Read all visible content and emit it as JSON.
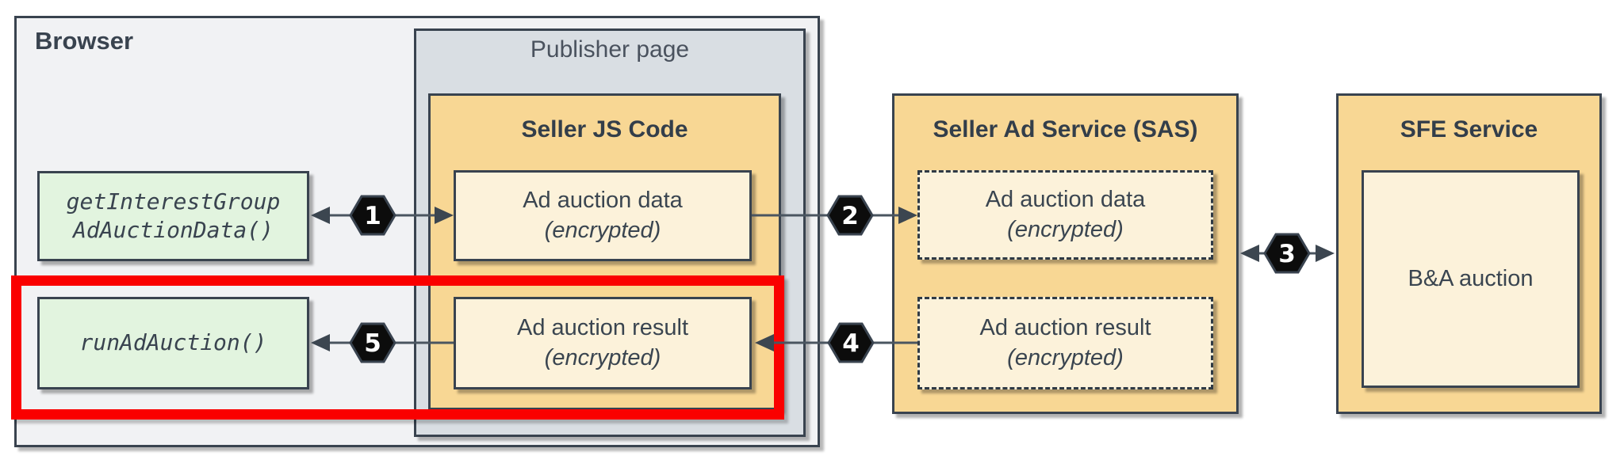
{
  "diagram": {
    "browser": {
      "label": "Browser"
    },
    "publisher": {
      "label": "Publisher page"
    },
    "browser_apis": [
      {
        "line1": "getInterestGroup",
        "line2": "AdAuctionData()"
      },
      {
        "line1": "runAdAuction()",
        "line2": ""
      }
    ],
    "seller_js": {
      "title": "Seller JS Code",
      "boxes": [
        {
          "line1": "Ad auction data",
          "line2": "(encrypted)"
        },
        {
          "line1": "Ad auction result",
          "line2": "(encrypted)"
        }
      ]
    },
    "sas": {
      "title": "Seller Ad Service (SAS)",
      "boxes": [
        {
          "line1": "Ad auction data",
          "line2": "(encrypted)"
        },
        {
          "line1": "Ad auction result",
          "line2": "(encrypted)"
        }
      ]
    },
    "sfe": {
      "title": "SFE Service",
      "box_label": "B&A auction"
    },
    "steps": {
      "s1": "1",
      "s2": "2",
      "s3": "3",
      "s4": "4",
      "s5": "5"
    },
    "colors": {
      "container_border": "#39434F",
      "service_fill": "#F8D794",
      "inner_fill": "#FCF2DA",
      "api_fill": "#E2F4DF",
      "browser_fill": "#F1F2F4",
      "publisher_fill": "#D9DEE3",
      "highlight_red": "#FA0000",
      "arrow": "#4A5560",
      "badge_fill": "#0C0C0C",
      "badge_text": "#FFFFFF"
    }
  }
}
